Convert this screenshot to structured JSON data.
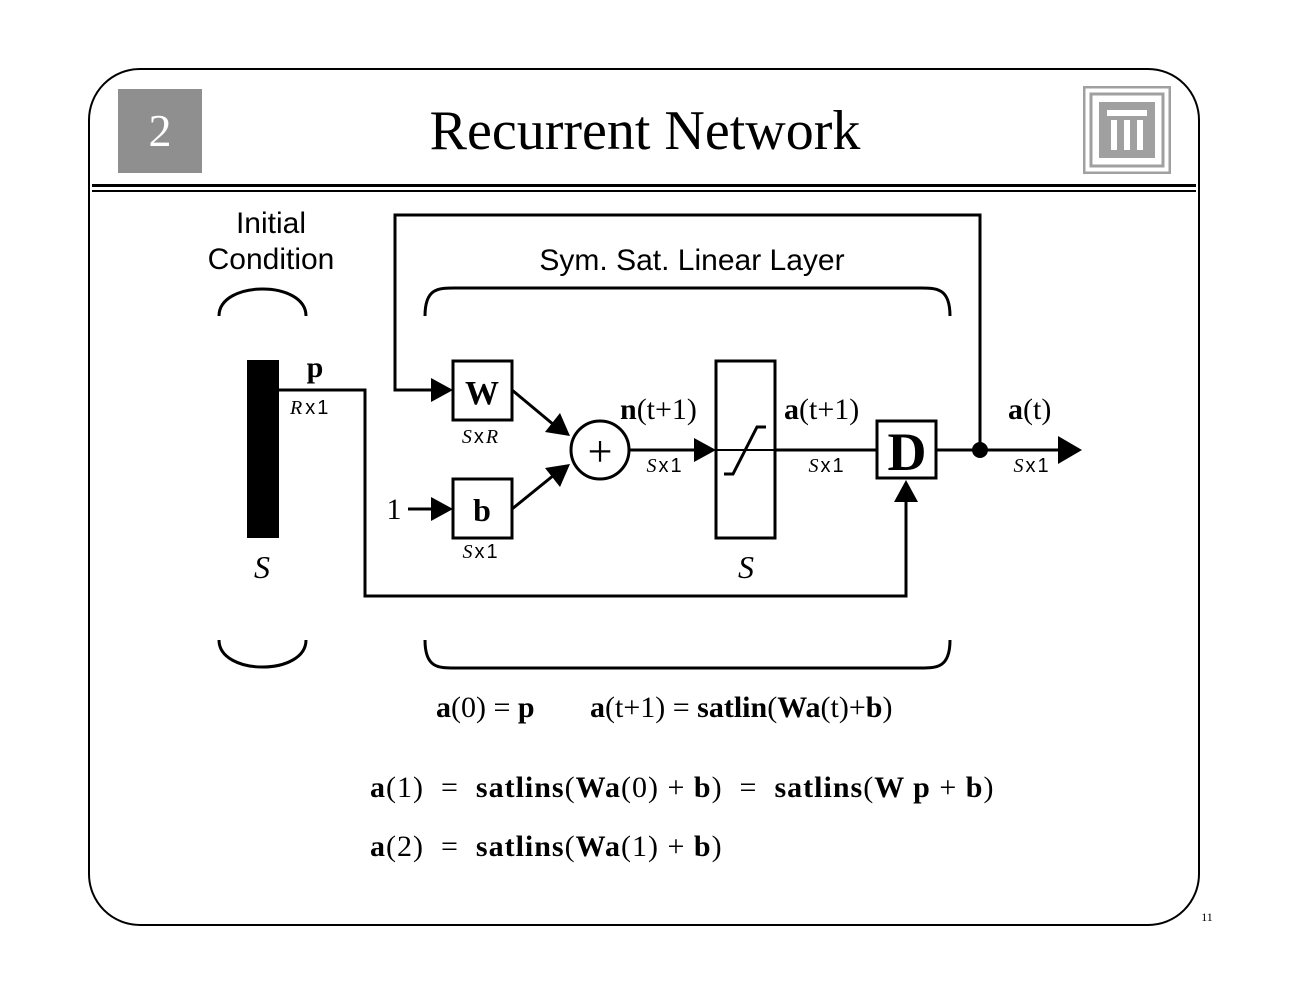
{
  "header": {
    "chapter_number": "2",
    "title": "Recurrent Network",
    "logo_icon": "temple-columns-icon"
  },
  "diagram": {
    "initial_condition_label_line1": "Initial",
    "initial_condition_label_line2": "Condition",
    "layer_label": "Sym. Sat. Linear Layer",
    "input_symbol": "p",
    "input_dim": "R x 1",
    "input_dim_R": "R",
    "input_dim_x": "x",
    "input_dim_1": "1",
    "input_size_S": "S",
    "weight_symbol": "W",
    "weight_dim_S": "S",
    "weight_dim_x": "x",
    "weight_dim_R": "R",
    "bias_symbol": "b",
    "bias_dim_S": "S",
    "bias_dim_x": "x",
    "bias_dim_1": "1",
    "bias_input": "1",
    "sum_symbol": "+",
    "net_input_bold": "n",
    "net_input_rest": "(t+1)",
    "net_dim_S": "S",
    "net_dim_x": "x",
    "net_dim_1": "1",
    "layer_size_S": "S",
    "layer_out_bold": "a",
    "layer_out_rest": "(t+1)",
    "layer_out_dim_S": "S",
    "layer_out_dim_x": "x",
    "layer_out_dim_1": "1",
    "delay_symbol": "D",
    "output_bold": "a",
    "output_rest": "(t)",
    "output_dim_S": "S",
    "output_dim_x": "x",
    "output_dim_1": "1"
  },
  "equations": {
    "init_lhs": "a",
    "init_mid": "(0) = ",
    "init_rhs": "p",
    "update_a": "a",
    "update_t": "(t+1) = ",
    "update_fn": "satlin",
    "update_open": "(",
    "update_Wa": "Wa",
    "update_arg": "(t)+",
    "update_b": "b",
    "update_close": ")",
    "eq1_a": "a",
    "eq1_arg": "(1)  =  ",
    "eq1_fn": "satlins",
    "eq1_open": "(",
    "eq1_Wa": "Wa",
    "eq1_arg0": "(0) + ",
    "eq1_b": "b",
    "eq1_mid": ")  =  ",
    "eq1_fn2": "satlins",
    "eq1_open2": "(",
    "eq1_Wp": "W p",
    "eq1_plus": " + ",
    "eq1_b2": "b",
    "eq1_close": ")",
    "eq2_a": "a",
    "eq2_arg": "(2)  =  ",
    "eq2_fn": "satlins",
    "eq2_open": "(",
    "eq2_Wa": "Wa",
    "eq2_arg1": "(1) + ",
    "eq2_b": "b",
    "eq2_close": ")"
  },
  "footer": {
    "page_number": "11"
  }
}
